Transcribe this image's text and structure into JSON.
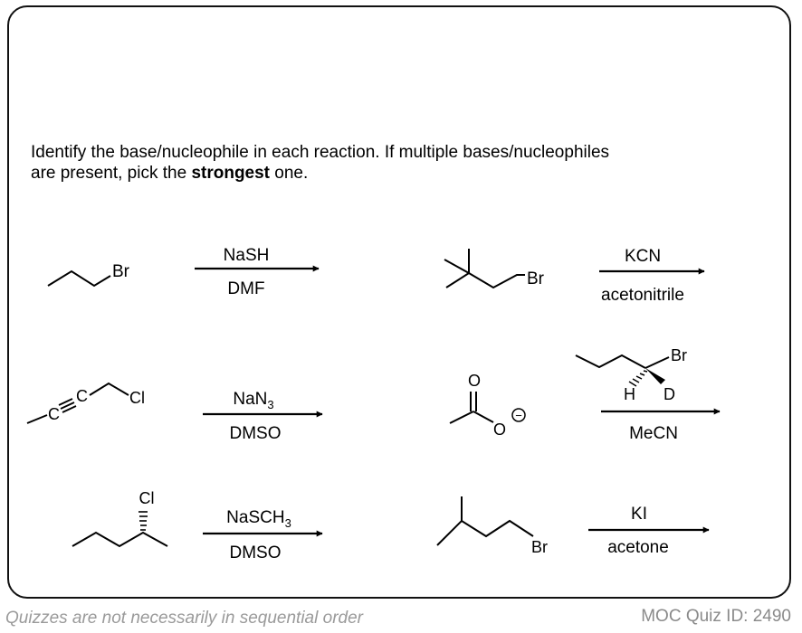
{
  "prompt": {
    "line1": "Identify the base/nucleophile in each reaction. If multiple bases/nucleophiles",
    "line2_pre": "are present, pick the ",
    "line2_bold": "strongest",
    "line2_post": " one."
  },
  "reactions": [
    {
      "id": "r1",
      "substrate_label": "Br",
      "reagent": "NaSH",
      "solvent": "DMF"
    },
    {
      "id": "r2",
      "substrate_label": "Br",
      "reagent": "KCN",
      "solvent": "acetonitrile"
    },
    {
      "id": "r3",
      "substrate_labels": [
        "C",
        "C",
        "Cl"
      ],
      "reagent_main": "NaN",
      "reagent_sub": "3",
      "solvent": "DMSO"
    },
    {
      "id": "r4",
      "substrate_labels": [
        "O",
        "O",
        "Br",
        "H",
        "D"
      ],
      "reagent": "",
      "solvent": "MeCN"
    },
    {
      "id": "r5",
      "substrate_label": "Cl",
      "reagent_main": "NaSCH",
      "reagent_sub": "3",
      "solvent": "DMSO"
    },
    {
      "id": "r6",
      "substrate_label": "Br",
      "reagent": "KI",
      "solvent": "acetone"
    }
  ],
  "charge_symbol": "−",
  "footer": {
    "left": "Quizzes are not necessarily in sequential order",
    "right": "MOC Quiz ID: 2490"
  }
}
